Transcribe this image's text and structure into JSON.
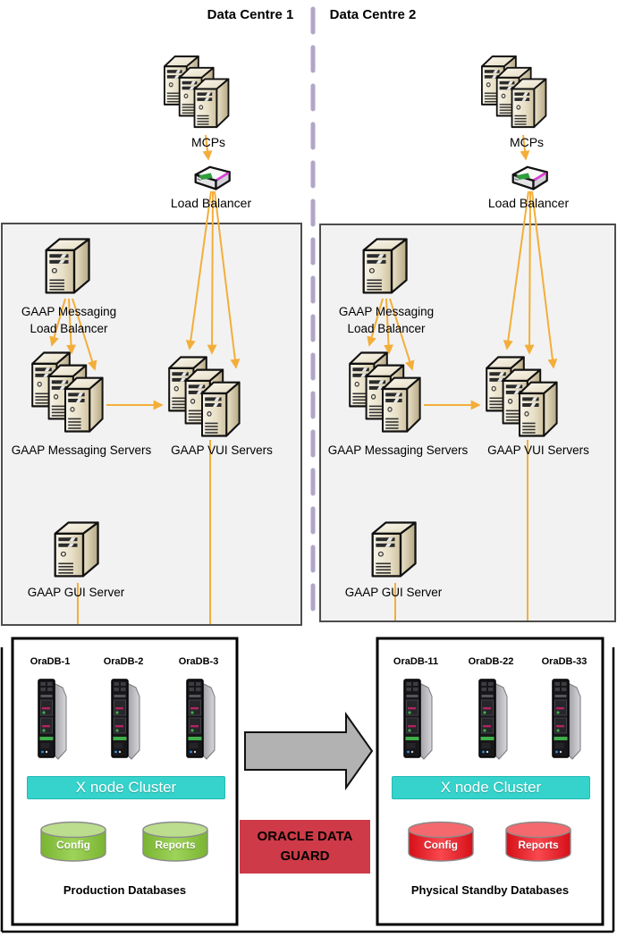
{
  "header": {
    "dc1_title": "Data Centre 1",
    "dc2_title": "Data Centre 2"
  },
  "dc1": {
    "mcps_label": "MCPs",
    "load_balancer_label": "Load Balancer",
    "messaging_lb_label": "GAAP Messaging Load Balancer",
    "messaging_servers_label": "GAAP Messaging Servers",
    "vui_servers_label": "GAAP VUI Servers",
    "gui_server_label": "GAAP GUI Server"
  },
  "dc2": {
    "mcps_label": "MCPs",
    "load_balancer_label": "Load Balancer",
    "messaging_lb_label": "GAAP Messaging Load Balancer",
    "messaging_servers_label": "GAAP Messaging Servers",
    "vui_servers_label": "GAAP VUI Servers",
    "gui_server_label": "GAAP GUI Server"
  },
  "production": {
    "nodes": [
      "OraDB-1",
      "OraDB-2",
      "OraDB-3"
    ],
    "cluster_label": "X node Cluster",
    "databases": [
      "Config",
      "Reports"
    ],
    "caption": "Production Databases"
  },
  "standby": {
    "nodes": [
      "OraDB-11",
      "OraDB-22",
      "OraDB-33"
    ],
    "cluster_label": "X node Cluster",
    "databases": [
      "Config",
      "Reports"
    ],
    "caption": "Physical Standby Databases"
  },
  "replication": {
    "label": "ORACLE DATA GUARD"
  },
  "colors": {
    "connector_orange": "#f3ae3a",
    "divider_purple": "#b1a6c9",
    "cluster_cyan": "#35d3cb",
    "production_db_green": "#8cc63f",
    "standby_db_red": "#ee1c25",
    "data_guard_red": "#ce3a47",
    "dc_box_fill": "#f2f2f2",
    "migration_arrow_gray": "#b2b2b2"
  }
}
